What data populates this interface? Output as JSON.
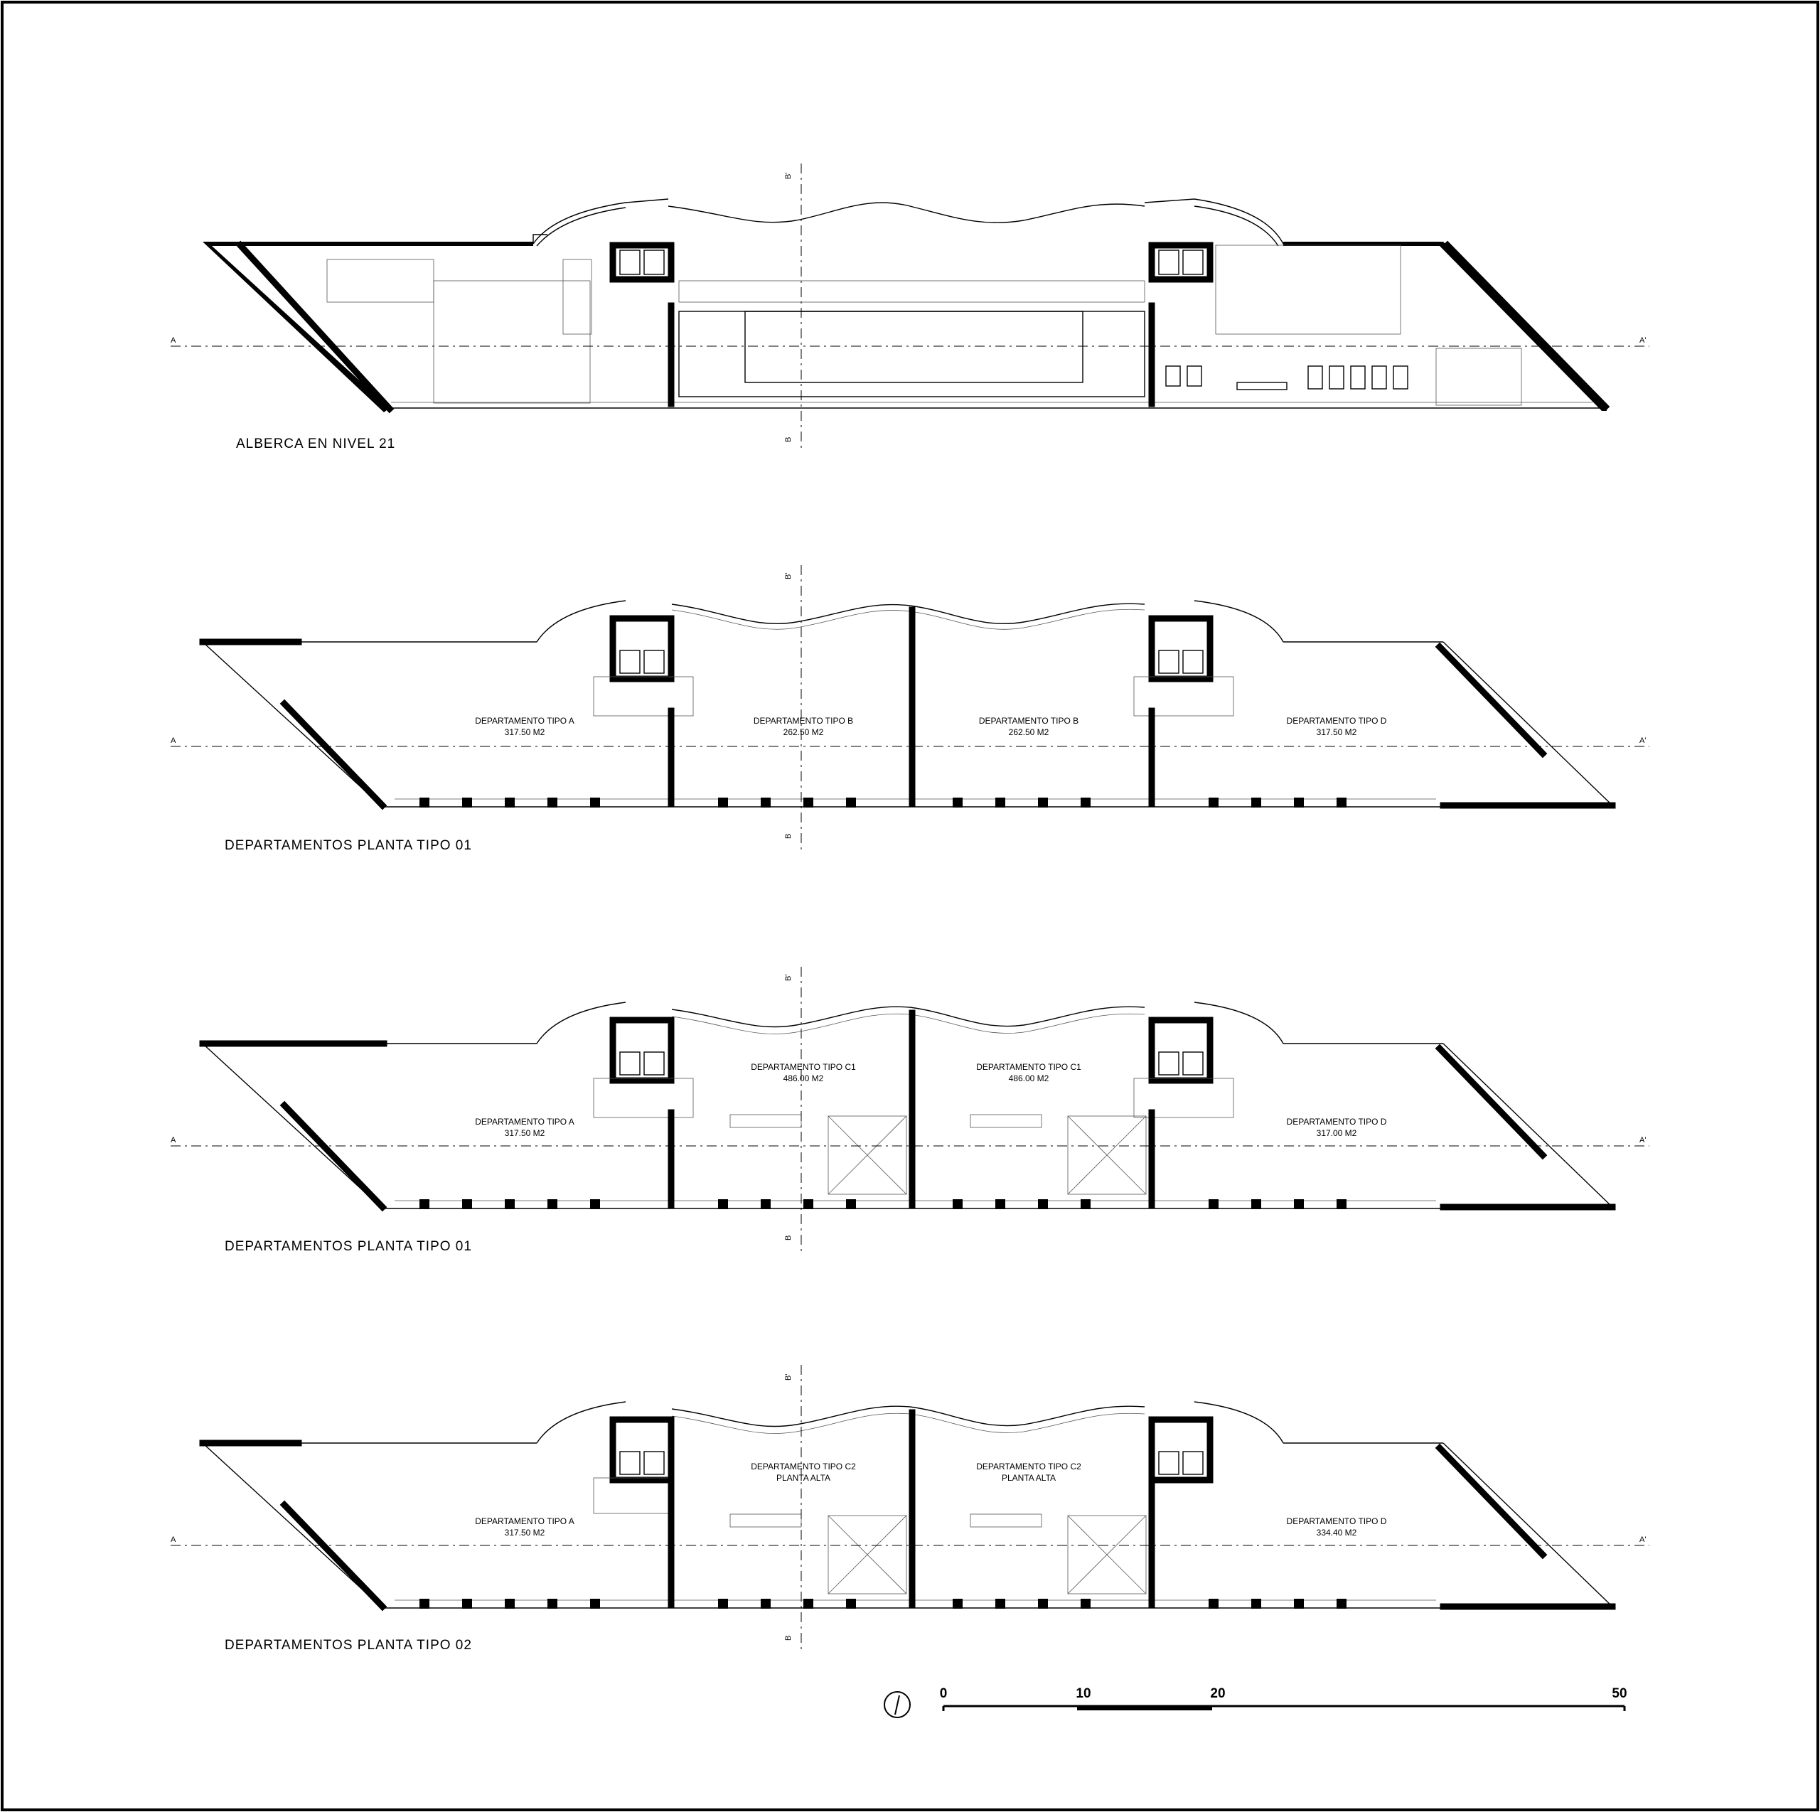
{
  "plans": [
    {
      "caption": "ALBERCA EN NIVEL 21",
      "axis_a_left": "A",
      "axis_a_right": "A'",
      "axis_b_top": "B'",
      "axis_b_bottom": "B",
      "units": []
    },
    {
      "caption": "DEPARTAMENTOS PLANTA TIPO 01",
      "axis_a_left": "A",
      "axis_a_right": "A'",
      "axis_b_top": "B'",
      "axis_b_bottom": "B",
      "units": [
        {
          "name": "DEPARTAMENTO TIPO A",
          "area": "317.50 M2"
        },
        {
          "name": "DEPARTAMENTO TIPO B",
          "area": "262.50 M2"
        },
        {
          "name": "DEPARTAMENTO TIPO B",
          "area": "262.50 M2"
        },
        {
          "name": "DEPARTAMENTO TIPO D",
          "area": "317.50 M2"
        }
      ]
    },
    {
      "caption": "DEPARTAMENTOS PLANTA TIPO 01",
      "axis_a_left": "A",
      "axis_a_right": "A'",
      "axis_b_top": "B'",
      "axis_b_bottom": "B",
      "units": [
        {
          "name": "DEPARTAMENTO TIPO C1",
          "area": "486.00 M2"
        },
        {
          "name": "DEPARTAMENTO TIPO C1",
          "area": "486.00 M2"
        },
        {
          "name": "DEPARTAMENTO TIPO A",
          "area": "317.50 M2"
        },
        {
          "name": "DEPARTAMENTO TIPO D",
          "area": "317.00 M2"
        }
      ]
    },
    {
      "caption": "DEPARTAMENTOS PLANTA TIPO 02",
      "axis_a_left": "A",
      "axis_a_right": "A'",
      "axis_b_top": "B'",
      "axis_b_bottom": "B",
      "units": [
        {
          "name": "DEPARTAMENTO TIPO C2",
          "area": "PLANTA ALTA"
        },
        {
          "name": "DEPARTAMENTO TIPO C2",
          "area": "PLANTA ALTA"
        },
        {
          "name": "DEPARTAMENTO TIPO A",
          "area": "317.50 M2"
        },
        {
          "name": "DEPARTAMENTO TIPO D",
          "area": "334.40 M2"
        }
      ]
    }
  ],
  "scale_bar": {
    "ticks": [
      "0",
      "10",
      "20",
      "50"
    ]
  },
  "north_arrow": "north-arrow-icon"
}
